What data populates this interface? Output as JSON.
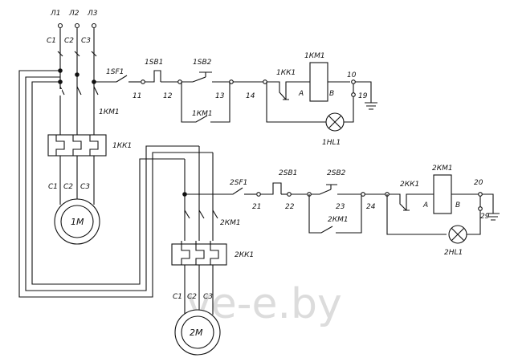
{
  "phases": [
    "Л1",
    "Л2",
    "Л3"
  ],
  "supply_cores": [
    "С1",
    "С2",
    "С3"
  ],
  "motor1": {
    "label": "1М",
    "contactor": "1КМ1",
    "relay": "1КК1",
    "cores": [
      "С1",
      "С2",
      "С3"
    ]
  },
  "motor2": {
    "label": "2М",
    "contactor": "2КМ1",
    "relay": "2КК1",
    "cores": [
      "С1",
      "С2",
      "С3"
    ]
  },
  "circuit1": {
    "switch": "1SF1",
    "stop_button": "1SB1",
    "start_button": "1SB2",
    "relay_contact": "1КК1",
    "coil": "1КМ1",
    "hold_contact": "1КМ1",
    "lamp": "1HL1",
    "coil_terminal_a": "А",
    "coil_terminal_b": "В",
    "nodes": [
      "11",
      "12",
      "13",
      "14",
      "10",
      "19"
    ]
  },
  "circuit2": {
    "switch": "2SF1",
    "stop_button": "2SB1",
    "start_button": "2SB2",
    "relay_contact": "2КК1",
    "coil": "2КМ1",
    "hold_contact": "2КМ1",
    "lamp": "2HL1",
    "coil_terminal_a": "А",
    "coil_terminal_b": "В",
    "nodes": [
      "21",
      "22",
      "23",
      "24",
      "20",
      "29"
    ]
  },
  "watermark": "ve-e.by"
}
